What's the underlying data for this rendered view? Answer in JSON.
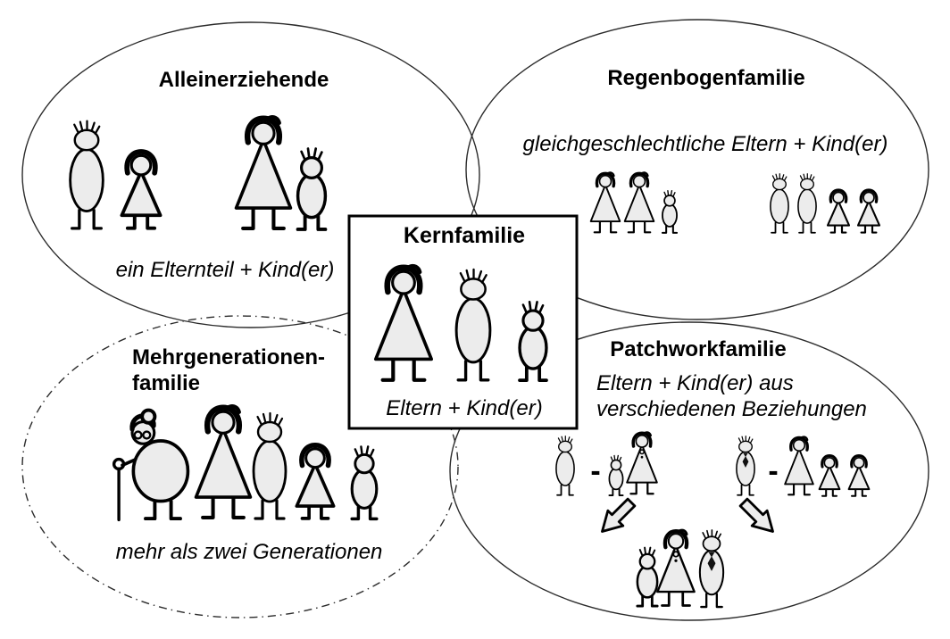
{
  "diagram_type": "family-forms-venn-diagram",
  "colors": {
    "background": "#ffffff",
    "outline": "#000000",
    "figure_fill": "#ececec",
    "ellipse_stroke": "#2b2b2b"
  },
  "families": {
    "kernfamilie": {
      "title": "Kernfamilie",
      "description": "Eltern + Kind(er)",
      "shape": "rectangle",
      "figures": [
        "woman",
        "man",
        "boy"
      ]
    },
    "alleinerziehende": {
      "title": "Alleinerziehende",
      "description": "ein Elternteil + Kind(er)",
      "shape": "ellipse-solid",
      "figures": [
        "man",
        "girl",
        "woman",
        "boy"
      ]
    },
    "regenbogenfamilie": {
      "title": "Regenbogenfamilie",
      "description": "gleichgeschlechtliche Eltern + Kind(er)",
      "shape": "ellipse-solid",
      "figures_group1": [
        "woman",
        "woman",
        "boy"
      ],
      "figures_group2": [
        "man",
        "man",
        "girl",
        "girl"
      ]
    },
    "mehrgenerationenfamilie": {
      "title_line1": "Mehrgenerationen-",
      "title_line2": "familie",
      "description": "mehr als zwei Generationen",
      "shape": "ellipse-dash-dot",
      "figures": [
        "grandmother",
        "woman",
        "man",
        "girl",
        "boy"
      ]
    },
    "patchworkfamilie": {
      "title": "Patchworkfamilie",
      "description_line1": "Eltern + Kind(er) aus",
      "description_line2": "verschiedenen Beziehungen",
      "shape": "ellipse-solid",
      "separator": "-",
      "figures_left_group": [
        "man",
        "boy",
        "woman-with-pendant"
      ],
      "figures_right_group": [
        "man-with-tie",
        "woman",
        "girl",
        "girl"
      ],
      "figures_merged_group": [
        "boy",
        "woman-with-pendant",
        "man-with-tie"
      ]
    }
  }
}
